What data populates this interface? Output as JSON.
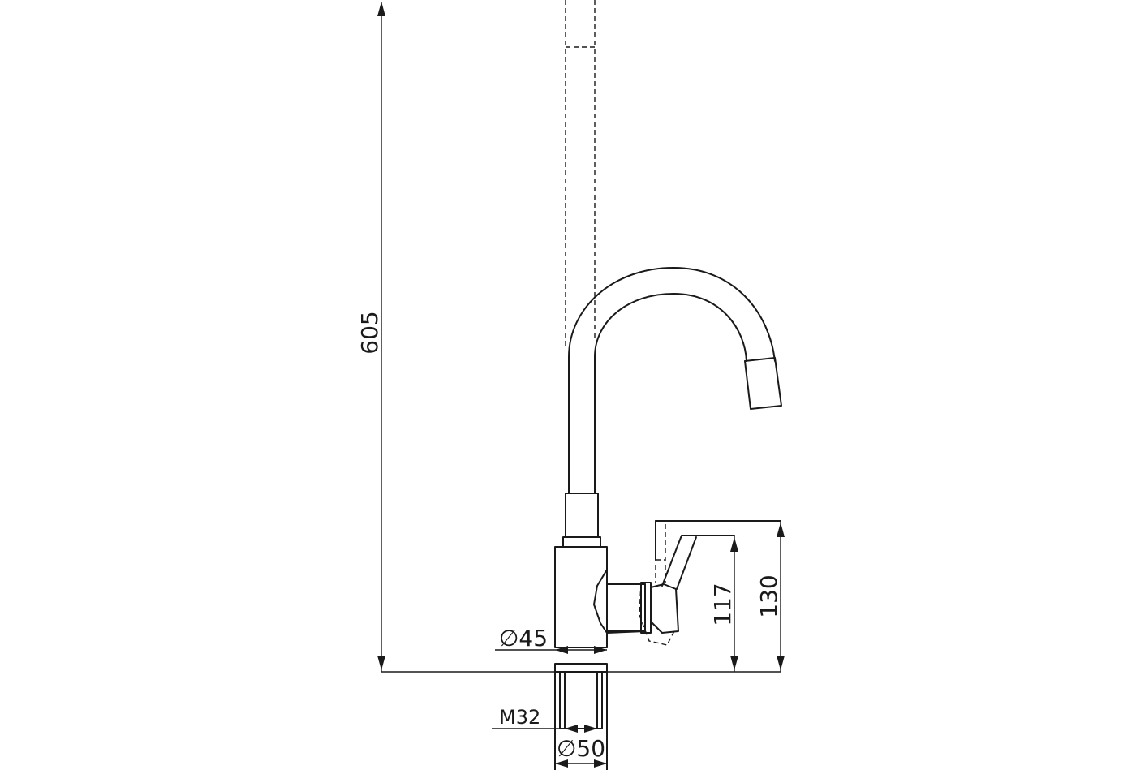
{
  "dimensions": {
    "total_height": "605",
    "lever_height_inner": "117",
    "lever_height_outer": "130",
    "body_diameter": "∅45",
    "thread": "M32",
    "base_diameter": "∅50"
  },
  "colors": {
    "line": "#1a1a1a",
    "background": "#ffffff"
  }
}
